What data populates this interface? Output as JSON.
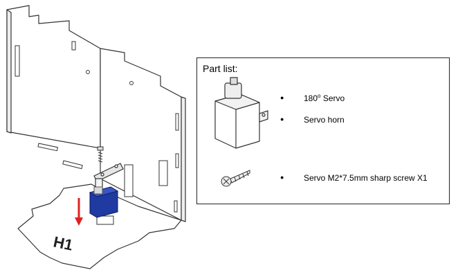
{
  "diagram": {
    "panel_label": "H1",
    "colors": {
      "arrow": "#e02020",
      "servo_body": "#1f3aa0",
      "line": "#333333"
    }
  },
  "part_list": {
    "title": "Part list:",
    "items": [
      {
        "name": "180",
        "superscript": "o",
        "suffix": " Servo"
      },
      {
        "name": "Servo horn"
      },
      {
        "name": "Servo M2*7.5mm sharp screw X1"
      }
    ]
  }
}
